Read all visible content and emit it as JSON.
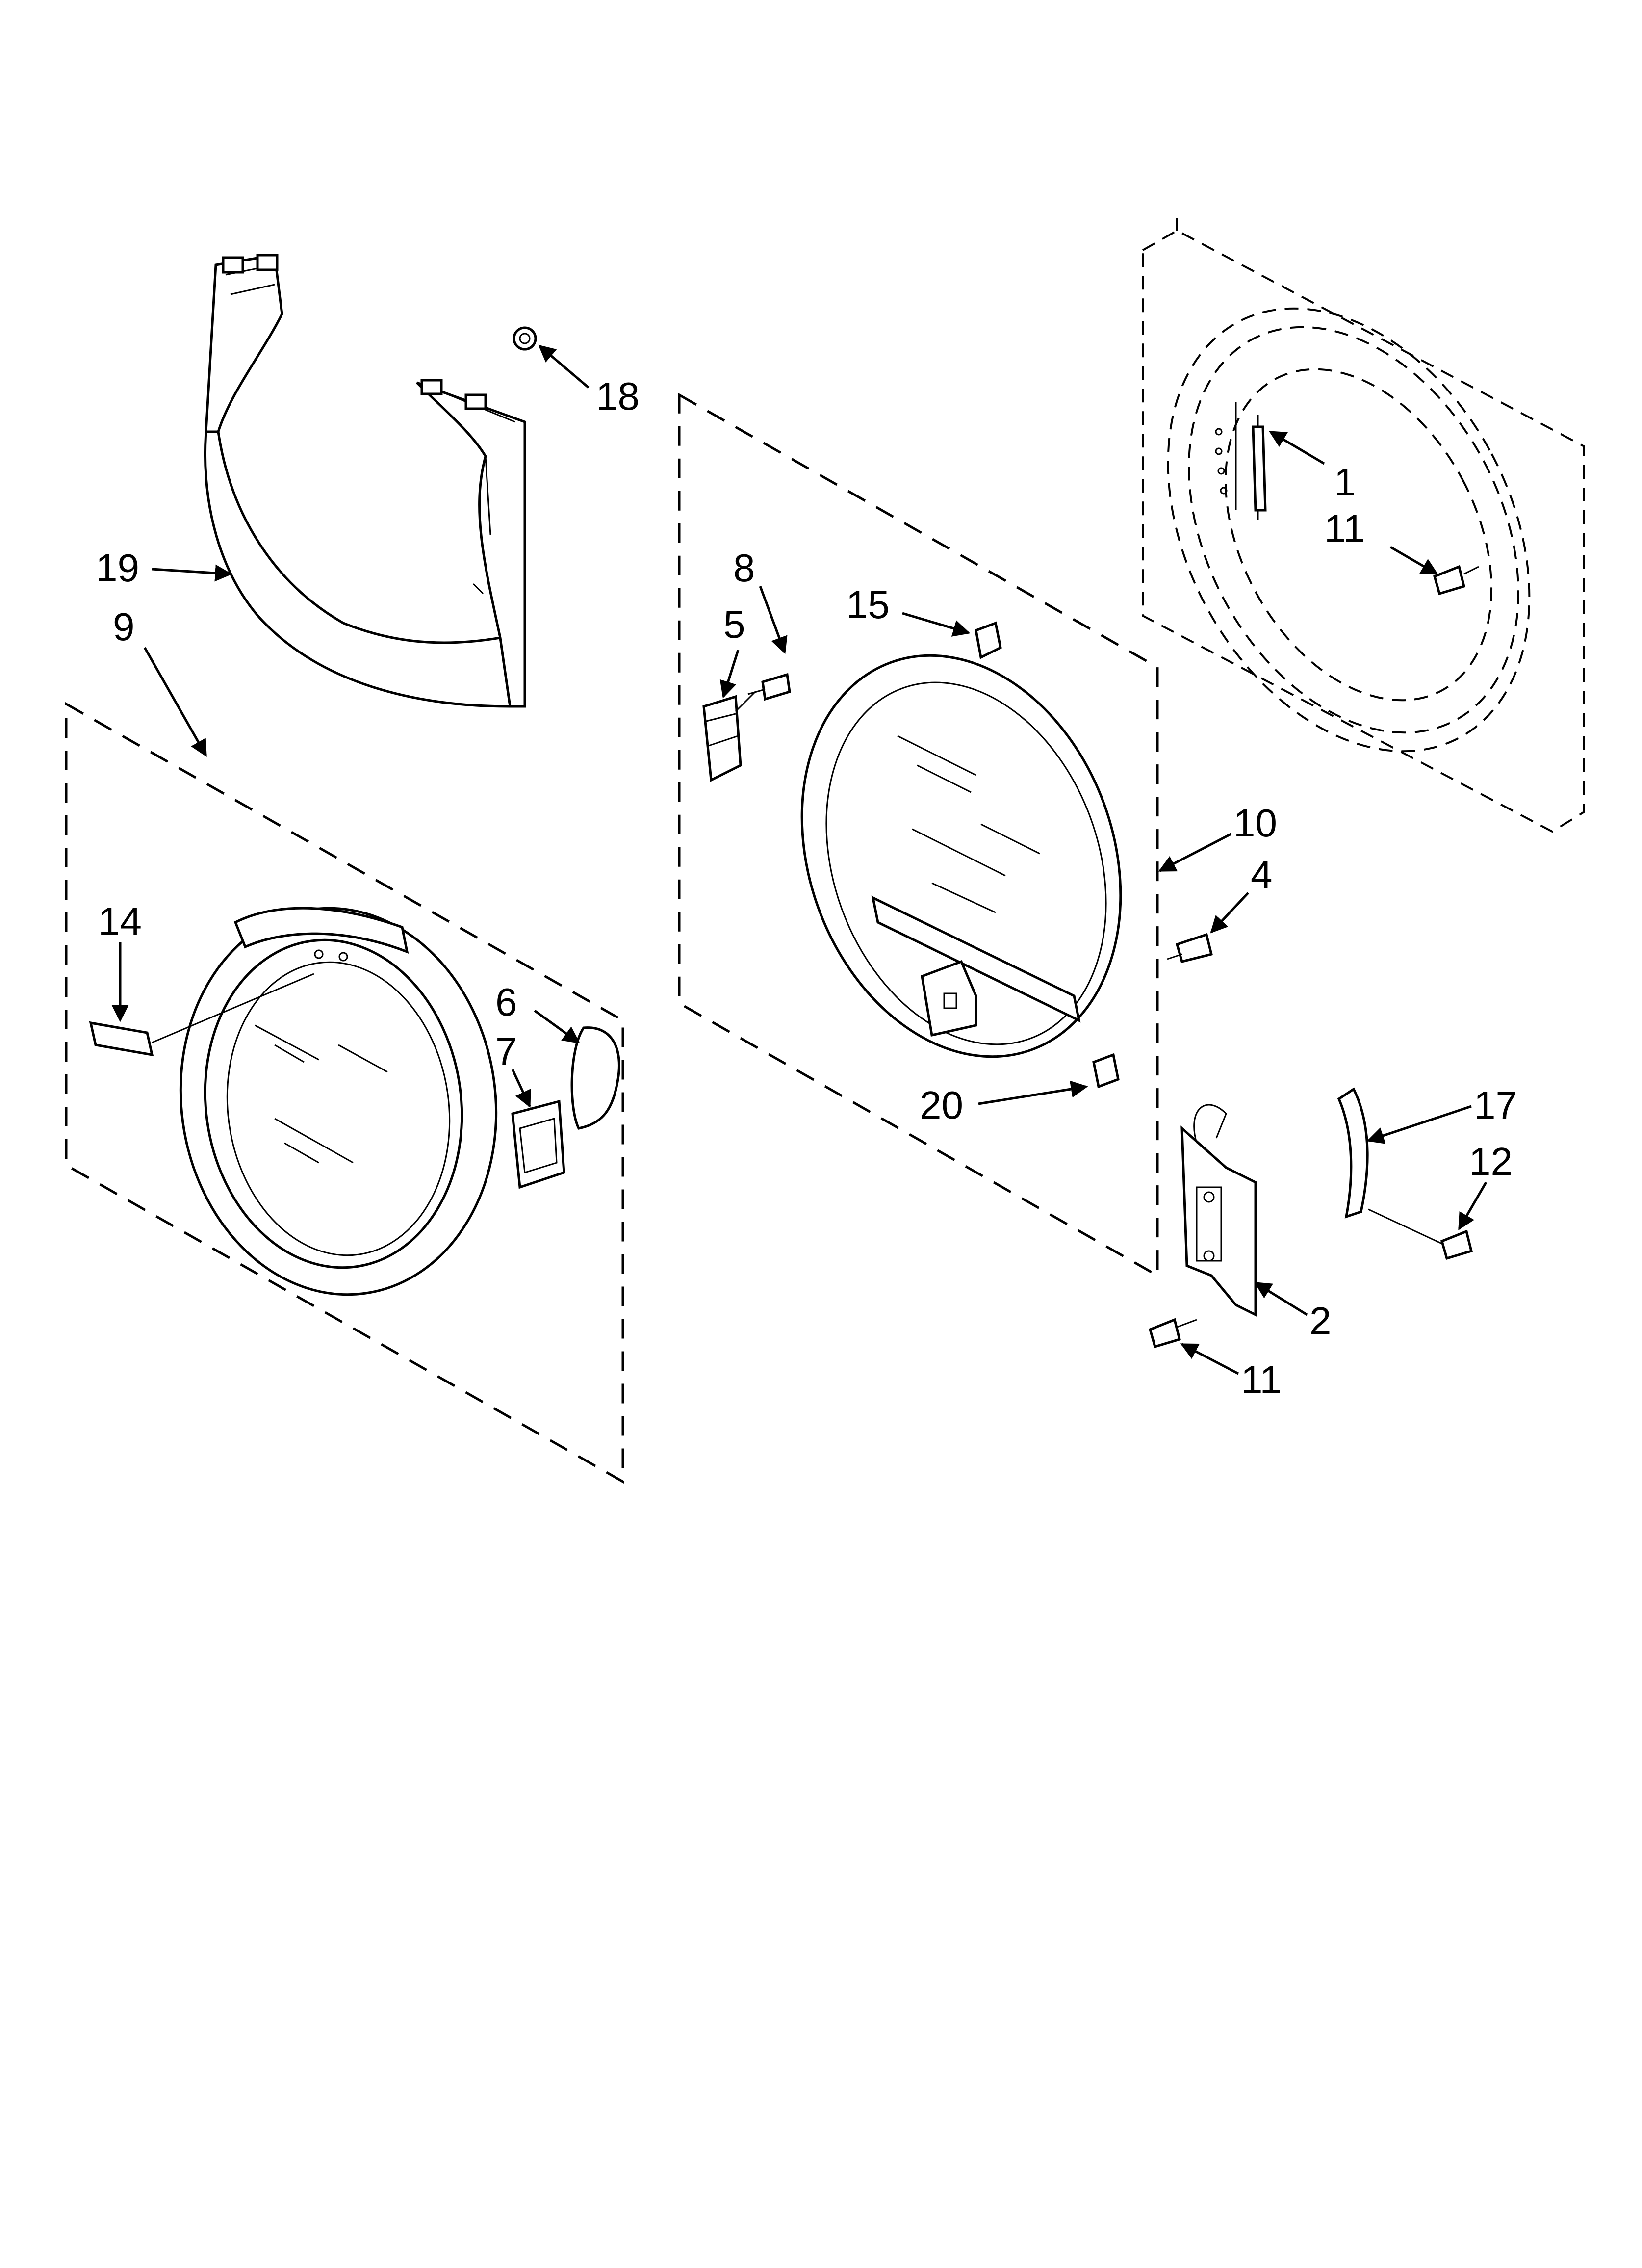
{
  "diagram": {
    "callouts": [
      "1",
      "2",
      "4",
      "5",
      "6",
      "7",
      "8",
      "9",
      "10",
      "11",
      "11",
      "12",
      "14",
      "15",
      "17",
      "18",
      "19",
      "20"
    ]
  }
}
